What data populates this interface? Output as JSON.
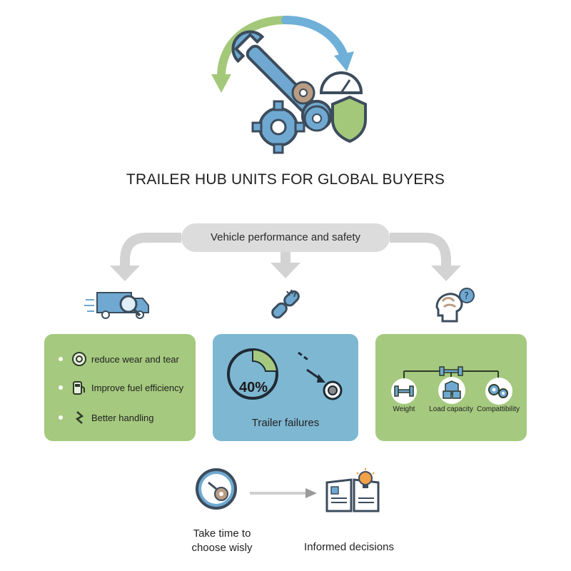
{
  "title": "TRAILER HUB UNITS FOR GLOBAL BUYERS",
  "hub": {
    "label": "Vehicle performance and safety"
  },
  "left_panel": {
    "items": [
      {
        "label": "reduce wear and tear",
        "icon": "tire-icon"
      },
      {
        "label": "Improve fuel efficiency",
        "icon": "fuel-pump-icon"
      },
      {
        "label": "Better handling",
        "icon": "steering-icon"
      }
    ]
  },
  "middle_panel": {
    "percent": "40%",
    "caption": "Trailer failures"
  },
  "right_panel": {
    "items": [
      {
        "label": "Weight",
        "icon": "dumbbell-icon"
      },
      {
        "label": "Load capacity",
        "icon": "boxes-icon"
      },
      {
        "label": "Compattibility",
        "icon": "gears-icon"
      }
    ]
  },
  "bottom": {
    "left_label": "Take time to choose wisly",
    "right_label": "Informed decisions"
  },
  "colors": {
    "green": "#a5c97e",
    "blue": "#7eb7d2",
    "gray": "#d6d6d6",
    "icon_blue": "#6fa9d1",
    "icon_dark": "#3c4c5c"
  }
}
